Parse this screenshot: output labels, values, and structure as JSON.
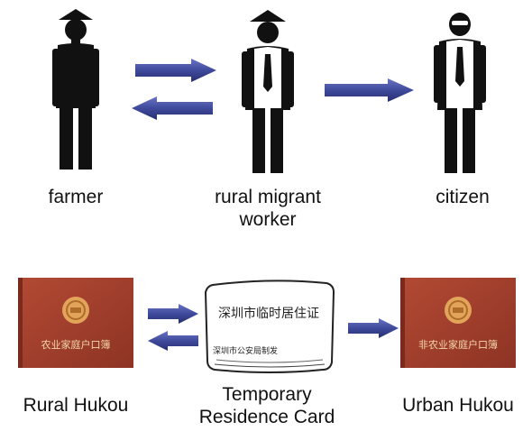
{
  "people": {
    "farmer": "farmer",
    "migrant_line1": "rural migrant",
    "migrant_line2": "worker",
    "citizen": "citizen"
  },
  "documents": {
    "rural_hukou": "Rural Hukou",
    "temp_card_line1": "Temporary",
    "temp_card_line2": "Residence Card",
    "urban_hukou": "Urban Hukou"
  },
  "booklets": {
    "rural_cover_text": "农业家庭户口簿",
    "urban_cover_text": "非农业家庭户口簿"
  },
  "card": {
    "title_text": "深圳市临时居住证",
    "sub_text": "深圳市公安局制发"
  },
  "colors": {
    "arrow": "#404a9c",
    "booklet": "#a5412f",
    "emblem": "#e2a35a"
  }
}
